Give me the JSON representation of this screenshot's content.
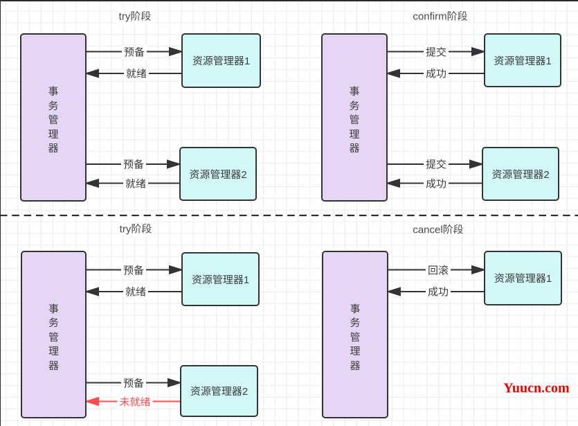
{
  "diagram": {
    "type": "flow-diagram",
    "subject": "TCC distributed transaction phases",
    "divider": {
      "style": "dashed-horizontal"
    },
    "colors": {
      "manager_fill": "#e5d6f6",
      "resource_fill": "#d1f7f7",
      "stroke": "#333333",
      "fail_red": "#ff4d4d",
      "watermark_red": "#ee0000",
      "grid": "#ececec",
      "background": "#ffffff"
    },
    "quadrants": [
      {
        "title": "try阶段",
        "manager": "事务管理器",
        "resources": [
          "资源管理器1",
          "资源管理器2"
        ],
        "arrows": [
          {
            "label": "预备",
            "direction": "right",
            "to": "资源管理器1"
          },
          {
            "label": "就绪",
            "direction": "left",
            "from": "资源管理器1"
          },
          {
            "label": "预备",
            "direction": "right",
            "to": "资源管理器2"
          },
          {
            "label": "就绪",
            "direction": "left",
            "from": "资源管理器2"
          }
        ]
      },
      {
        "title": "confirm阶段",
        "manager": "事务管理器",
        "resources": [
          "资源管理器1",
          "资源管理器2"
        ],
        "arrows": [
          {
            "label": "提交",
            "direction": "right",
            "to": "资源管理器1"
          },
          {
            "label": "成功",
            "direction": "left",
            "from": "资源管理器1"
          },
          {
            "label": "提交",
            "direction": "right",
            "to": "资源管理器2"
          },
          {
            "label": "成功",
            "direction": "left",
            "from": "资源管理器2"
          }
        ]
      },
      {
        "title": "try阶段",
        "manager": "事务管理器",
        "resources": [
          "资源管理器1",
          "资源管理器2"
        ],
        "arrows": [
          {
            "label": "预备",
            "direction": "right",
            "to": "资源管理器1"
          },
          {
            "label": "就绪",
            "direction": "left",
            "from": "资源管理器1"
          },
          {
            "label": "预备",
            "direction": "right",
            "to": "资源管理器2"
          },
          {
            "label": "未就绪",
            "direction": "left",
            "from": "资源管理器2",
            "status": "fail"
          }
        ]
      },
      {
        "title": "cancel阶段",
        "manager": "事务管理器",
        "resources": [
          "资源管理器1"
        ],
        "arrows": [
          {
            "label": "回滚",
            "direction": "right",
            "to": "资源管理器1"
          },
          {
            "label": "成功",
            "direction": "left",
            "from": "资源管理器1"
          }
        ]
      }
    ],
    "watermark": "Yuucn.com"
  }
}
